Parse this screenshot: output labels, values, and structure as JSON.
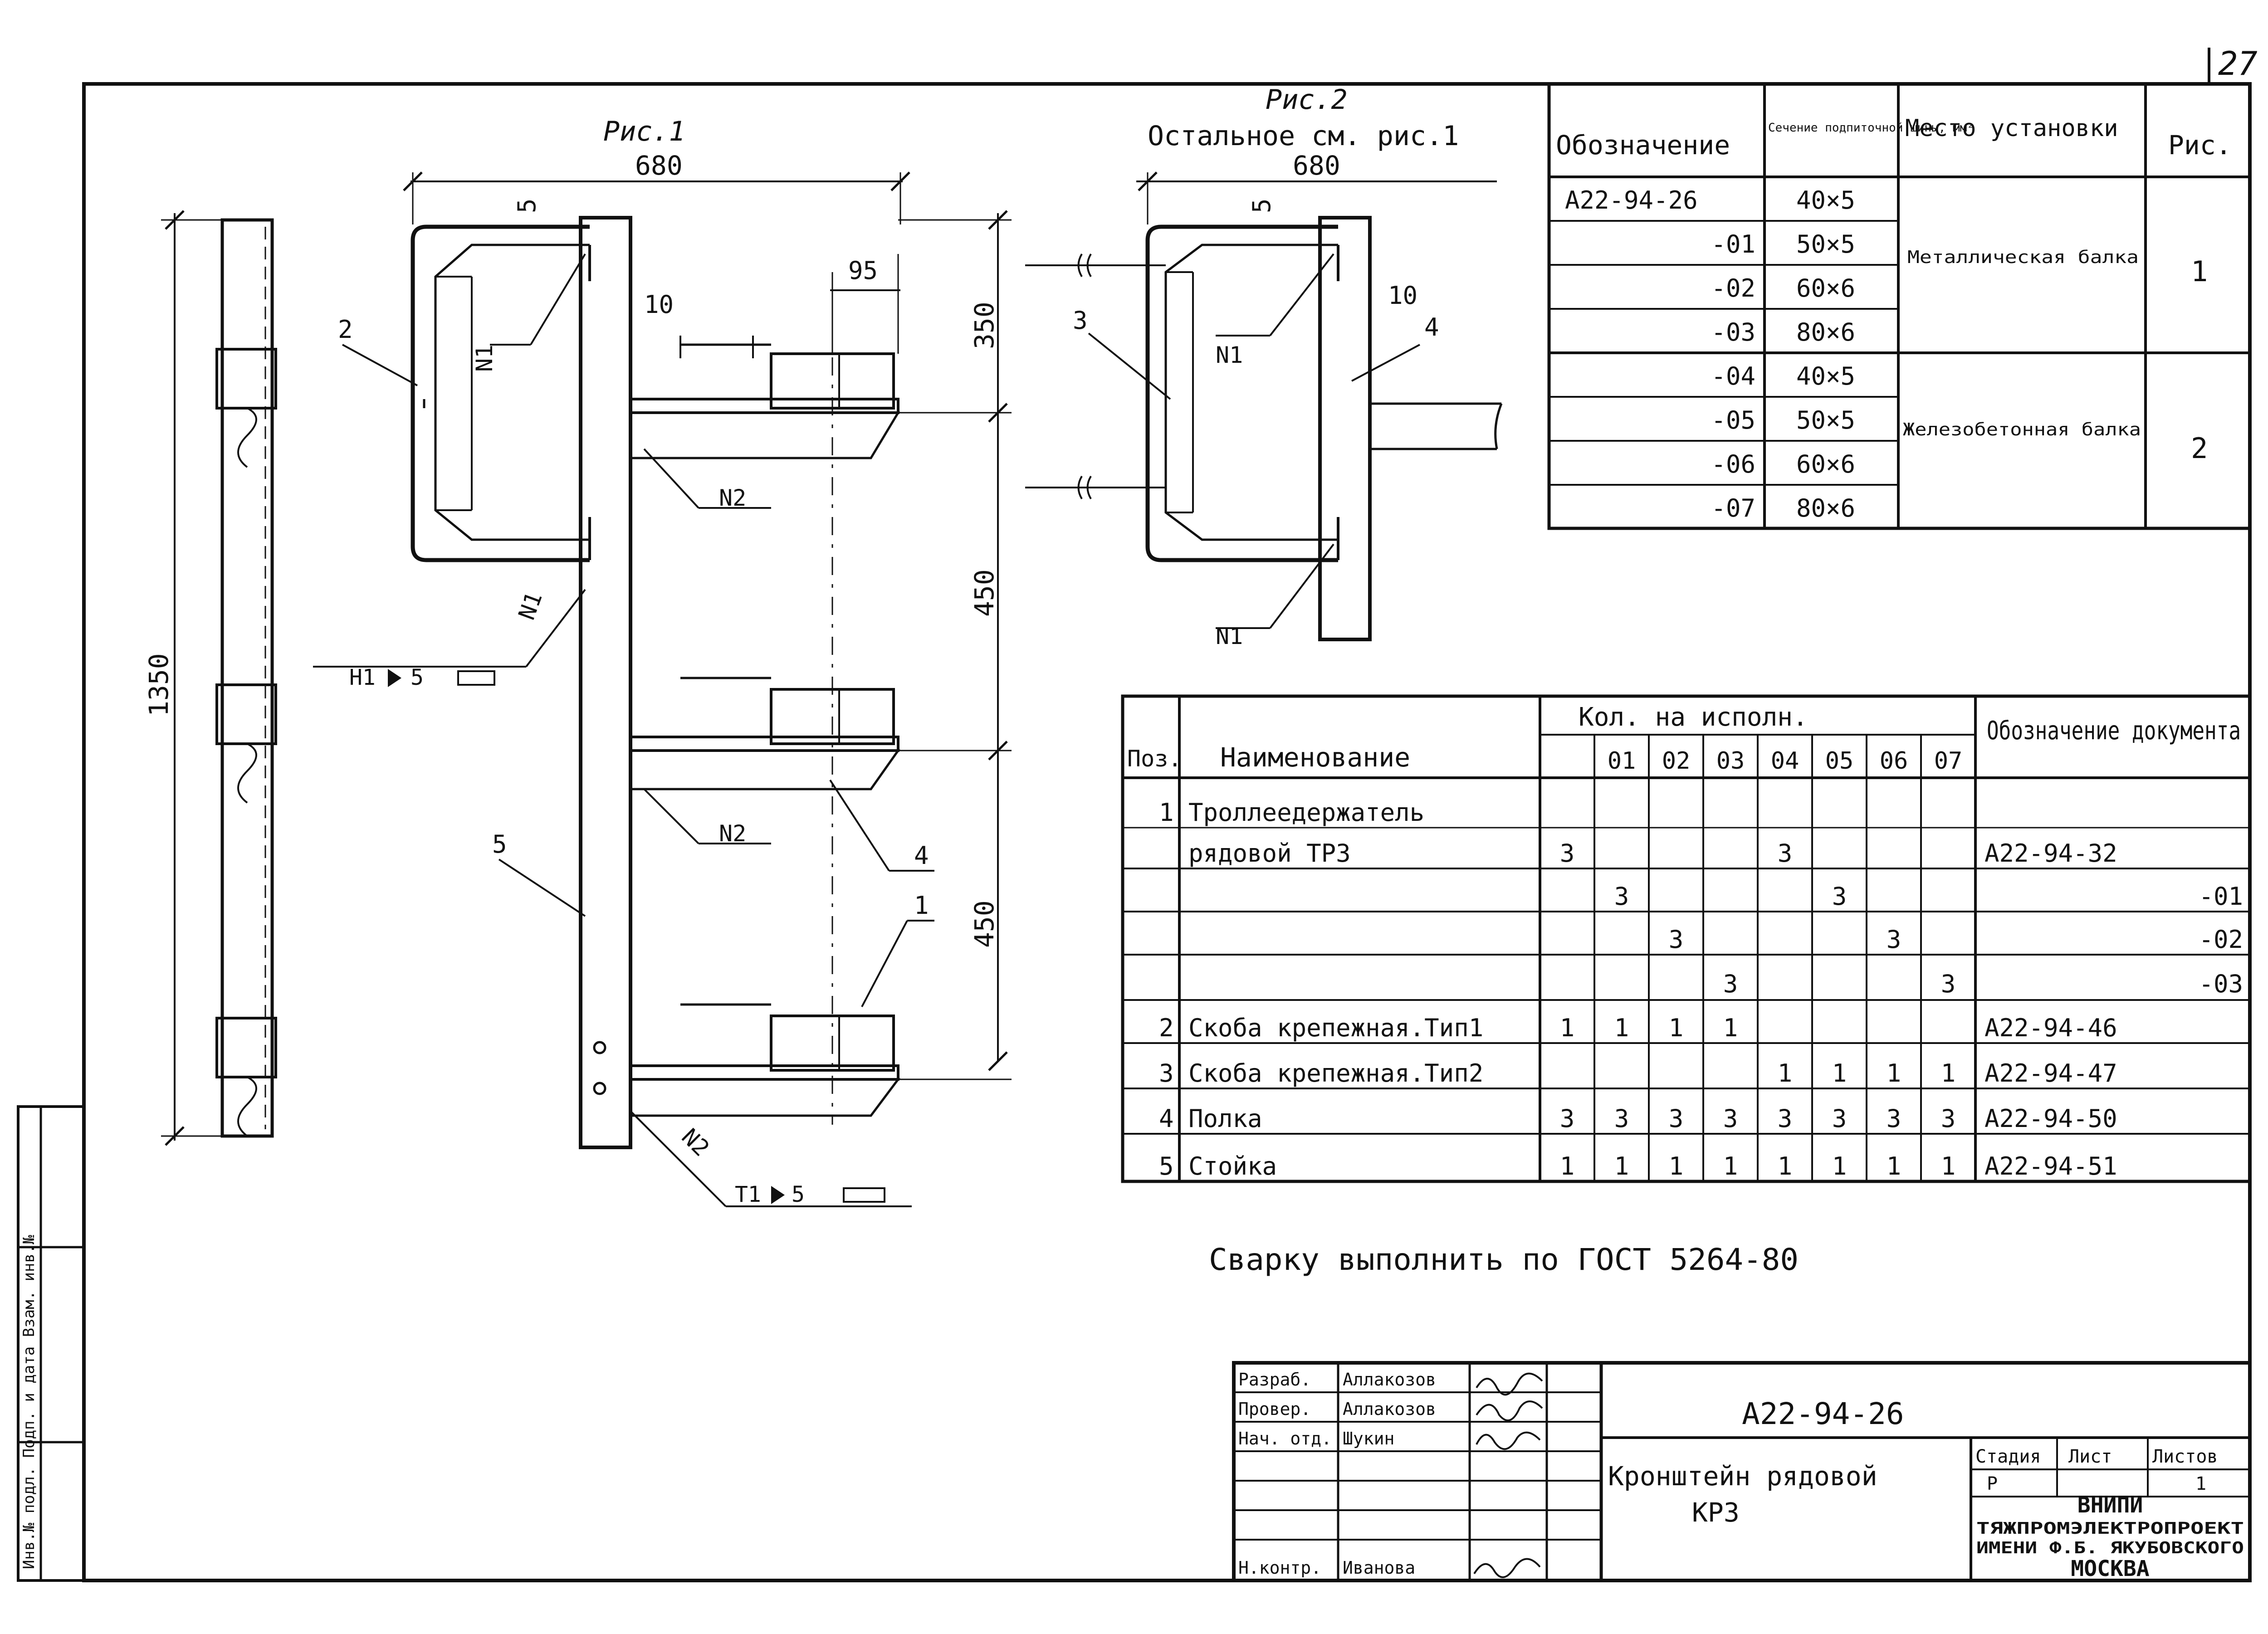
{
  "sheet": {
    "page_number": "27",
    "welding_note": "Сварку выполнить по ГОСТ 5264-80"
  },
  "variants_table": {
    "headers": [
      "Обозначение",
      "Сечение подпиточной шины, мм²",
      "Место установки",
      "Рис."
    ],
    "rows": [
      [
        "А22-94-26",
        "40×5"
      ],
      [
        "-01",
        "50×5"
      ],
      [
        "-02",
        "60×6"
      ],
      [
        "-03",
        "80×6"
      ],
      [
        "-04",
        "40×5"
      ],
      [
        "-05",
        "50×5"
      ],
      [
        "-06",
        "60×6"
      ],
      [
        "-07",
        "80×6"
      ]
    ],
    "groups": [
      {
        "place": "Металлическая балка",
        "fig": "1"
      },
      {
        "place": "Железобетонная балка",
        "fig": "2"
      }
    ]
  },
  "parts_table": {
    "h_pos": "Поз.",
    "h_name": "Наименование",
    "h_qty": "Кол. на исполн.",
    "h_doc": "Обозначение документа",
    "exec_cols": [
      "",
      "01",
      "02",
      "03",
      "04",
      "05",
      "06",
      "07"
    ],
    "rows": [
      {
        "pos": "1",
        "name": "Троллеедержатель",
        "qty": [
          "",
          "",
          "",
          "",
          "",
          "",
          "",
          ""
        ],
        "doc": ""
      },
      {
        "pos": "",
        "name": "рядовой ТР3",
        "qty": [
          "3",
          "",
          "",
          "",
          "3",
          "",
          "",
          ""
        ],
        "doc": "А22-94-32"
      },
      {
        "pos": "",
        "name": "",
        "qty": [
          "",
          "3",
          "",
          "",
          "",
          "3",
          "",
          ""
        ],
        "doc": "-01"
      },
      {
        "pos": "",
        "name": "",
        "qty": [
          "",
          "",
          "3",
          "",
          "",
          "",
          "3",
          ""
        ],
        "doc": "-02"
      },
      {
        "pos": "",
        "name": "",
        "qty": [
          "",
          "",
          "",
          "3",
          "",
          "",
          "",
          "3"
        ],
        "doc": "-03"
      },
      {
        "pos": "2",
        "name": "Скоба крепежная.Тип1",
        "qty": [
          "1",
          "1",
          "1",
          "1",
          "",
          "",
          "",
          ""
        ],
        "doc": "А22-94-46"
      },
      {
        "pos": "3",
        "name": "Скоба крепежная.Тип2",
        "qty": [
          "",
          "",
          "",
          "",
          "1",
          "1",
          "1",
          "1"
        ],
        "doc": "А22-94-47"
      },
      {
        "pos": "4",
        "name": "Полка",
        "qty": [
          "3",
          "3",
          "3",
          "3",
          "3",
          "3",
          "3",
          "3"
        ],
        "doc": "А22-94-50"
      },
      {
        "pos": "5",
        "name": "Стойка",
        "qty": [
          "1",
          "1",
          "1",
          "1",
          "1",
          "1",
          "1",
          "1"
        ],
        "doc": "А22-94-51"
      }
    ]
  },
  "fig1": {
    "title": "Рис.1",
    "dim_width": "680",
    "dim_height": "1350",
    "dim_350": "350",
    "dim_450a": "450",
    "dim_450b": "450",
    "dim_95": "95",
    "dim_5": "5",
    "dim_10": "10",
    "weld_n1": "N1",
    "weld_n2": "N2",
    "weld_n1_symbol": "Н1",
    "weld_n1_leg": "5",
    "weld_t1_symbol": "Т1",
    "weld_t1_leg": "5",
    "callouts": [
      "2",
      "5",
      "4",
      "1"
    ]
  },
  "fig2": {
    "title": "Рис.2",
    "subtitle": "Остальное см. рис.1",
    "dim_width": "680",
    "dim_5": "5",
    "dim_10": "10",
    "weld_n1": "N1",
    "callouts": [
      "3",
      "4"
    ]
  },
  "title_block": {
    "roles": [
      "Разраб.",
      "Провер.",
      "Нач. отд.",
      "",
      "",
      "",
      "Н.контр."
    ],
    "names": [
      "Аллакозов",
      "Аллакозов",
      "Шукин",
      "",
      "",
      "",
      "Иванова"
    ],
    "doc_code": "А22-94-26",
    "doc_title_1": "Кронштейн рядовой",
    "doc_title_2": "КР3",
    "h_stage": "Стадия",
    "h_sheet": "Лист",
    "h_sheets": "Листов",
    "stage": "Р",
    "sheet_count": "1",
    "org_1": "ВНИПИ",
    "org_2": "ТЯЖПРОМЭЛЕКТРОПРОЕКТ",
    "org_3": "ИМЕНИ Ф.Б. ЯКУБОВСКОГО",
    "org_4": "МОСКВА"
  },
  "side_strip": {
    "text": "Инв.№ подл.    Подп. и дата    Взам. инв.№"
  }
}
